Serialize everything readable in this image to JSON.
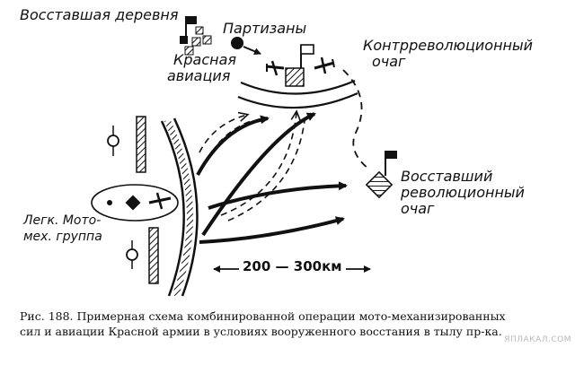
{
  "labels": {
    "village": "Восставшая деревня",
    "partisans": "Партизаны",
    "aviation_line1": "Красная",
    "aviation_line2": "авиация",
    "counter_line1": "Контрреволюционный",
    "counter_line2": "очаг",
    "rev_line1": "Восставший",
    "rev_line2": "революционный",
    "rev_line3": "очаг",
    "moto_line1": "Легк. Мото-",
    "moto_line2": "мех. группа",
    "distance": "200 — 300км"
  },
  "caption": {
    "line1": "Рис. 188. Примерная схема комбинированной операции мото-механизированных",
    "line2": "сил и авиации Красной армии в условиях вооруженного восстания в тылу пр-ка."
  },
  "watermark": "ЯПЛАКАЛ.COM",
  "colors": {
    "ink": "#111111",
    "paper": "#ffffff"
  }
}
